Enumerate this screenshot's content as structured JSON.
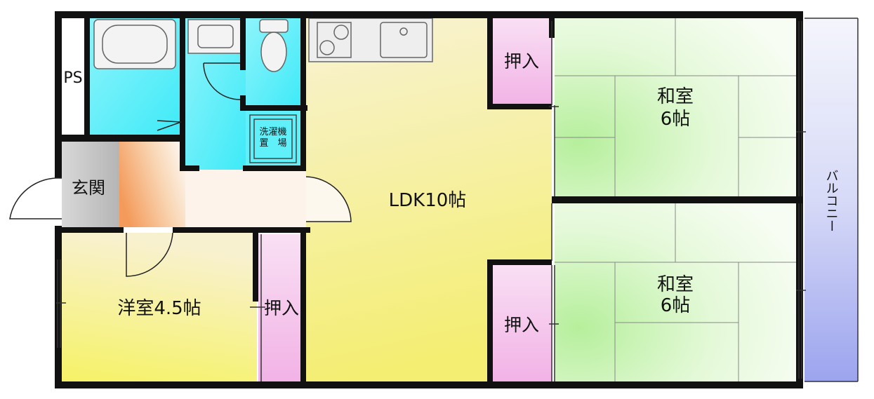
{
  "rooms": {
    "ps": "PS",
    "entrance": "玄関",
    "ldk": "LDK10帖",
    "western_room": "洋室4.5帖",
    "japanese_room_top": {
      "name": "和室",
      "size": "6帖"
    },
    "japanese_room_bottom": {
      "name": "和室",
      "size": "6帖"
    },
    "closet_top": "押入",
    "closet_left": "押入",
    "closet_bottom": "押入",
    "laundry": {
      "line1": "洗濯機",
      "line2": "置　場"
    },
    "balcony": "バルコニー"
  },
  "colors": {
    "wall": "#111111",
    "ldk_light": "#f9f1cf",
    "ldk_dark": "#f5f07a",
    "wet_area": "#5ff0fa",
    "closet": "#f5c4ec",
    "tatami": "#d9f7c8",
    "entrance_floor": "#cccccc",
    "hall_warm": "#f5a86b",
    "balcony": "#aab0f0"
  }
}
